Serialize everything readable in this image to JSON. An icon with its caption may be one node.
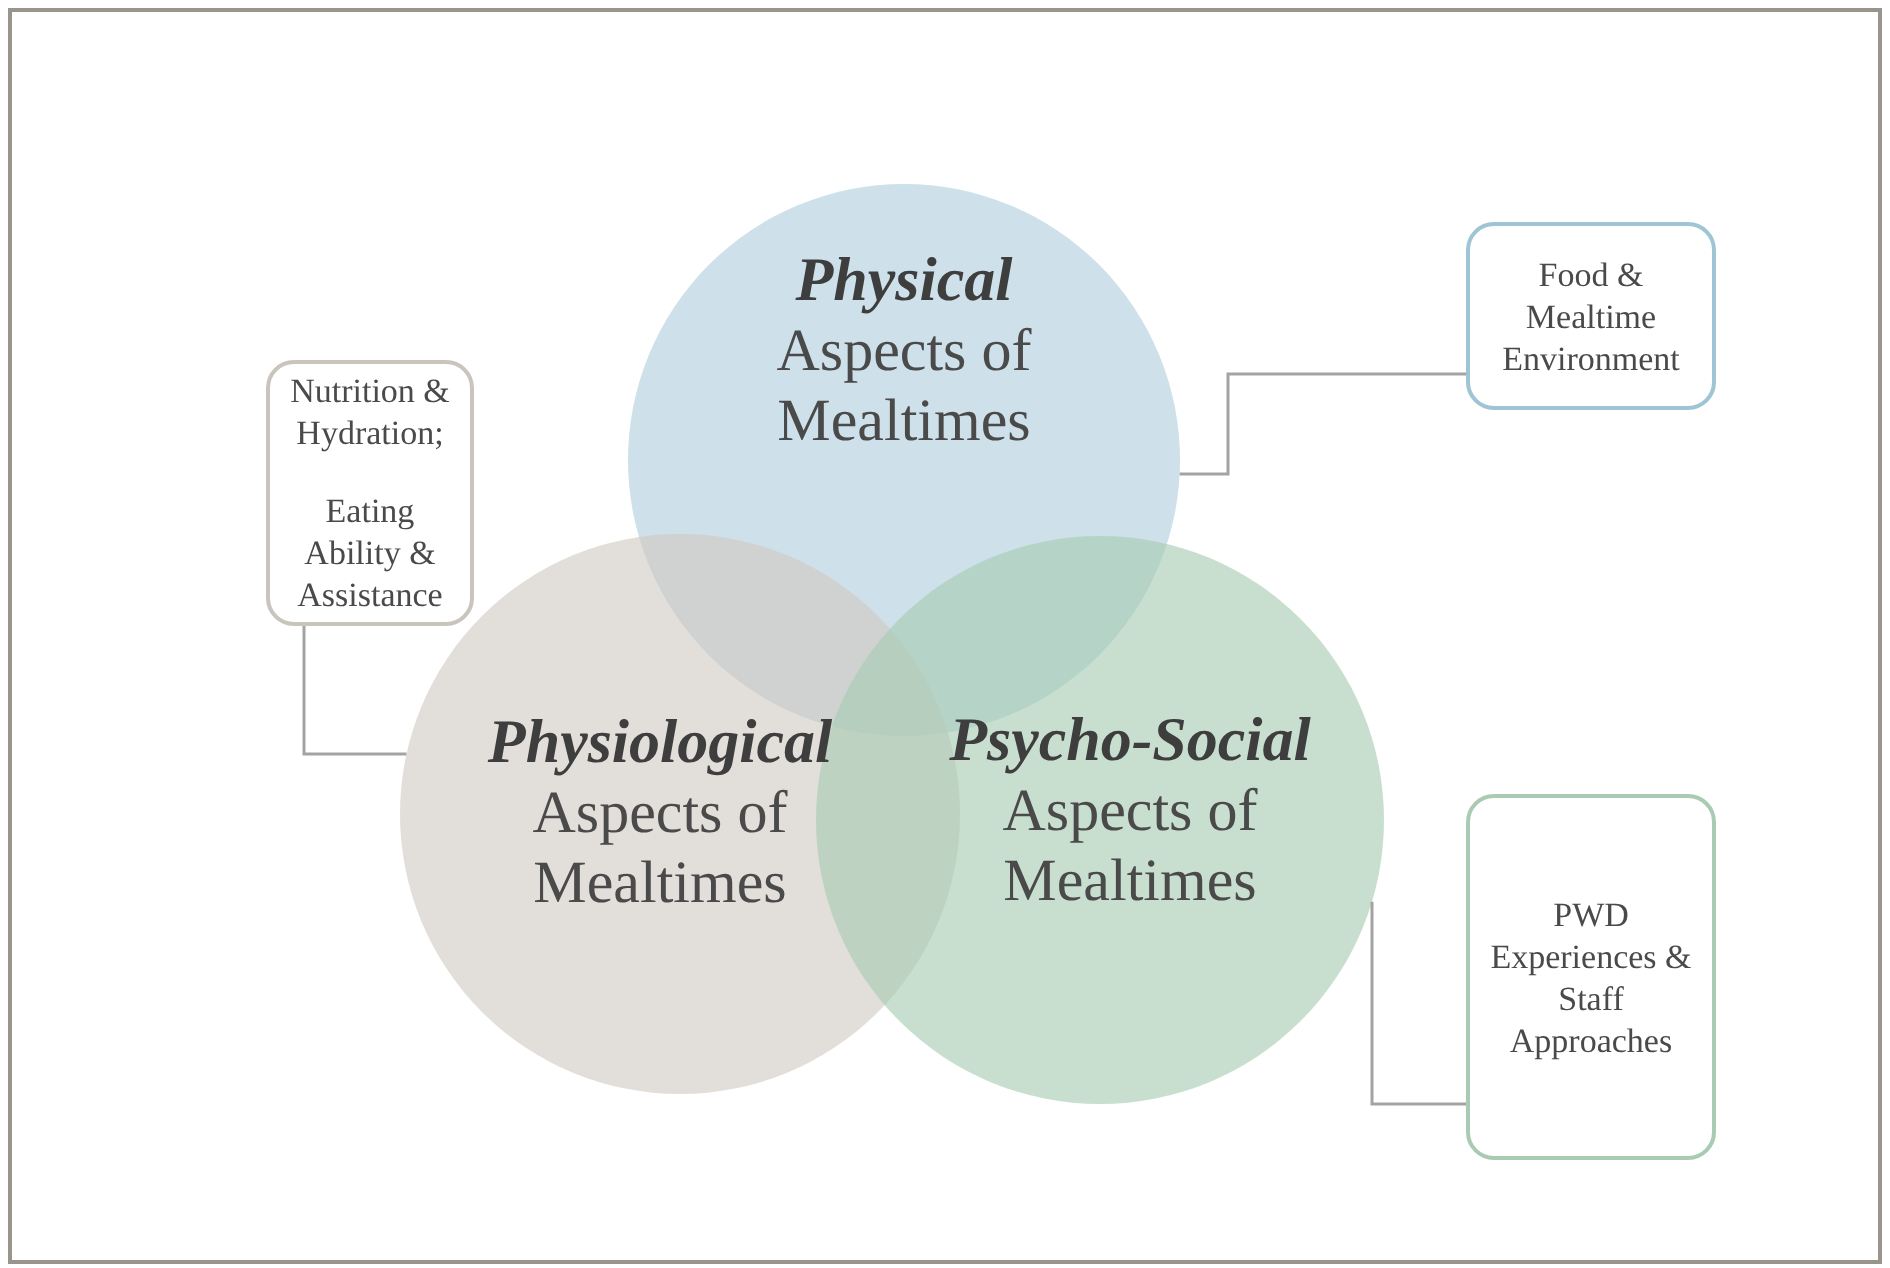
{
  "diagram": {
    "nodes": [
      {
        "text": [
          "Physical",
          "Aspects of Mealtimes"
        ]
      },
      {
        "text": [
          "Food & Mealtime Environment"
        ]
      },
      {
        "text": [
          "Nutrition & Hydration;",
          "Eating Ability & Assistance"
        ]
      },
      {
        "text": [
          "Physiological",
          "Aspects of Mealtimes"
        ]
      },
      {
        "text": [
          "Psycho-Social",
          "Aspects of Mealtimes"
        ]
      },
      {
        "text": [
          "PWD Experiences & Staff Approaches"
        ]
      }
    ],
    "edges": [
      {
        "from": 1,
        "to": 0,
        "arrow": "none"
      },
      {
        "from": 2,
        "to": 3,
        "arrow": "none"
      },
      {
        "from": 5,
        "to": 4,
        "arrow": "none"
      }
    ]
  }
}
